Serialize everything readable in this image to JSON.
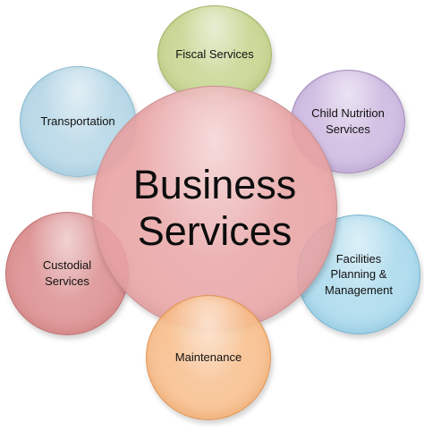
{
  "center": {
    "label": "Business\nServices",
    "color": "#e8a3a4",
    "border": "#c98c8d"
  },
  "satellites": [
    {
      "id": "fiscal",
      "label": "Fiscal Services",
      "color": "#c5d58f",
      "border": "#9fb061"
    },
    {
      "id": "child",
      "label": "Child Nutrition\nServices",
      "color": "#cdb8e0",
      "border": "#9e86b8"
    },
    {
      "id": "facil",
      "label": "Facilities\nPlanning &\nManagement",
      "color": "#a9d9ec",
      "border": "#6fb0cd"
    },
    {
      "id": "maint",
      "label": "Maintenance",
      "color": "#f7be8c",
      "border": "#e08f4a"
    },
    {
      "id": "cust",
      "label": "Custodial\nServices",
      "color": "#db8d8e",
      "border": "#bf6a6b"
    },
    {
      "id": "trans",
      "label": "Transportation",
      "color": "#b4d6e6",
      "border": "#86b7cf"
    }
  ]
}
